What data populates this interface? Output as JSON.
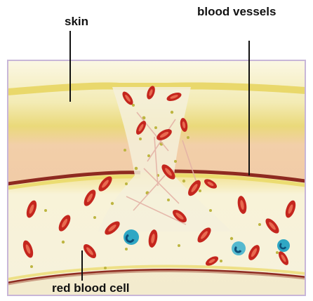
{
  "labels": {
    "skin": "skin",
    "blood_vessels": "blood vessels",
    "red_blood_cell": "red blood cell"
  },
  "colors": {
    "frame": "#c8b6d8",
    "skin_top": "#f3ecb2",
    "skin_yellow": "#e8dc6a",
    "skin_pink": "#efc6a8",
    "vessel_wall": "#8e2a20",
    "vessel_fill": "#f6f1d0",
    "red_cell": "#c4261e",
    "red_cell_highlight": "#e86a50",
    "white_cell": "#2fa7c4",
    "platelet": "#c9c24a"
  }
}
